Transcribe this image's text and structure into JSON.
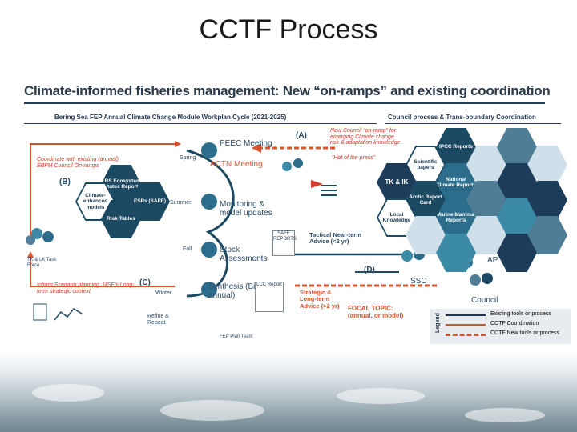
{
  "slide": {
    "title": "CCTF Process"
  },
  "figure": {
    "title": "Climate-informed fisheries management: New “on-ramps” and existing coordination",
    "subtitle_left": "Bering Sea FEP Annual Climate Change Module Workplan Cycle (2021-2025)",
    "subtitle_right": "Council process & Trans-boundary Coordination",
    "cycle": {
      "peec_meeting": "PEEC Meeting",
      "actn_meeting": "ACTN Meeting",
      "spring": "Spring",
      "summer": "Summer",
      "fall": "Fall",
      "winter": "Winter",
      "monitoring": "Monitoring & model updates",
      "stock": "Stock Assessments",
      "synthesis": "Synthesis (Bi-annual)",
      "refine": "Refine & Repeat",
      "fep_team": "FEP Plan Team"
    },
    "markers": {
      "a": "(A)",
      "b": "(B)",
      "c": "(C)",
      "d": "(D)"
    },
    "left_notes": {
      "coordinate": "Coordinate with existing (annual) EBFM Council On-ramps",
      "task_force": "TK & LK Task Force",
      "scenario": "Inform Scenario planning, MSE’s Long-term strategic context"
    },
    "model_boxes": {
      "ebs": "EBS Ecosystem Status Report",
      "climate": "Climate-enhanced models",
      "esps": "ESPs (SAFE)",
      "risk": "Risk Tables"
    },
    "right_notes": {
      "new_council": "New Council “on-ramp” for emerging Climate change risk & adaptation knowledge",
      "hot_of_press": "“Hot of the press”",
      "tactical": "Tactical Near-term Advice (<2 yr)",
      "strategic": "Strategic & Long-term Advice (>2 yr)",
      "focal": "FOCAL TOPIC: (annual, or model)",
      "safe": "SAFE REPORTS",
      "lcc": "LCC Report"
    },
    "council_nodes": {
      "ssc": "SSC",
      "ap": "AP",
      "council": "Council"
    },
    "hexes": {
      "ipcc": "IPCC Reports",
      "scientific": "Scientific papers",
      "tkik": "TK & IK",
      "national": "National Climate Reports",
      "arctic": "Arctic Report Card",
      "local": "Local Knowledge",
      "marine": "Marine Mammal Reports"
    },
    "legend": {
      "title": "Legend",
      "existing": "Existing tools or process",
      "coordination": "CCTF Coordination",
      "new": "CCTF New tools or process",
      "colors": {
        "existing": "#1f3550",
        "coordination": "#d9532b",
        "new": "#d9532b"
      }
    }
  }
}
